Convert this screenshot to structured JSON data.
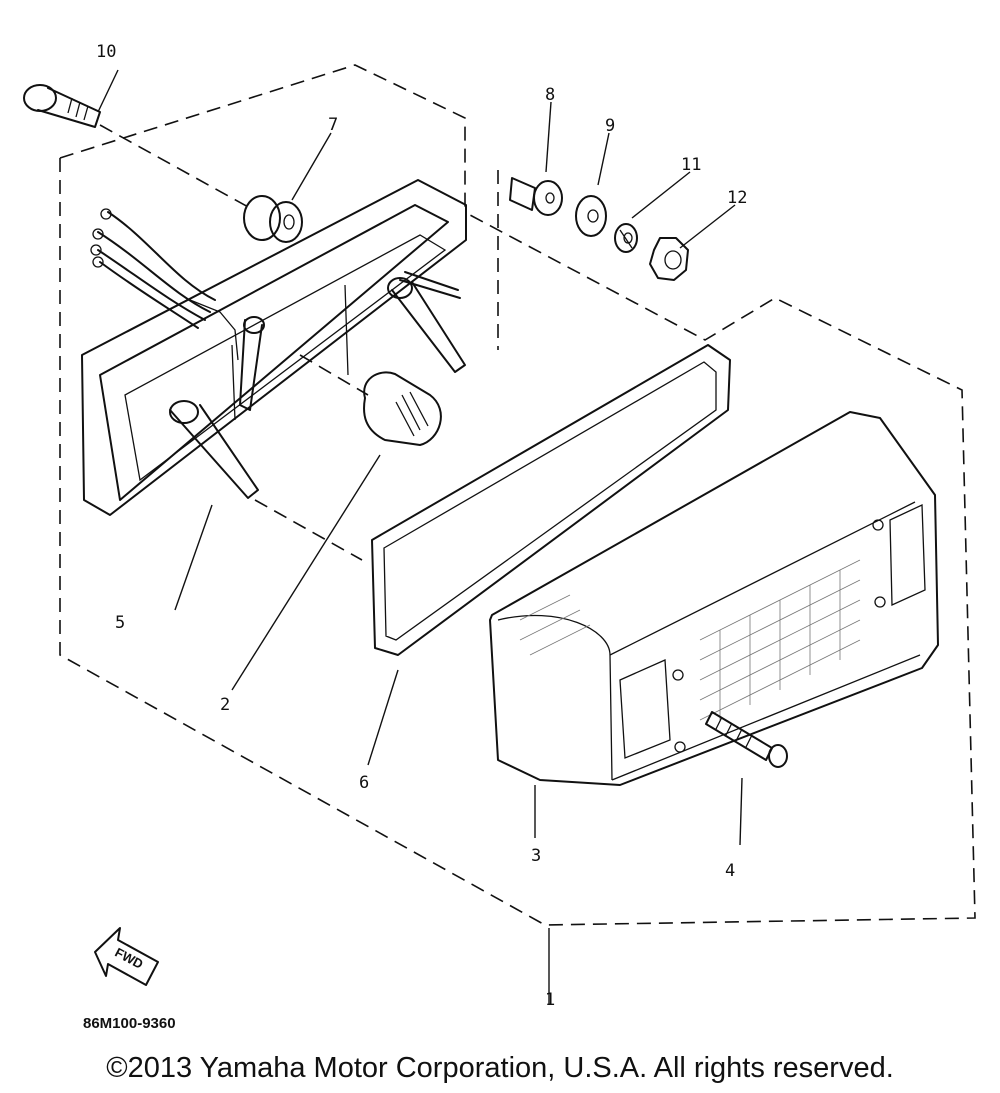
{
  "callouts": [
    {
      "id": "1",
      "label": "1"
    },
    {
      "id": "2",
      "label": "2"
    },
    {
      "id": "3",
      "label": "3"
    },
    {
      "id": "4",
      "label": "4"
    },
    {
      "id": "5",
      "label": "5"
    },
    {
      "id": "6",
      "label": "6"
    },
    {
      "id": "7",
      "label": "7"
    },
    {
      "id": "8",
      "label": "8"
    },
    {
      "id": "9",
      "label": "9"
    },
    {
      "id": "10",
      "label": "10"
    },
    {
      "id": "11",
      "label": "11"
    },
    {
      "id": "12",
      "label": "12"
    }
  ],
  "fwd_label": "FWD",
  "drawing_code": "86M100-9360",
  "copyright": "©2013 Yamaha Motor Corporation, U.S.A. All rights reserved."
}
